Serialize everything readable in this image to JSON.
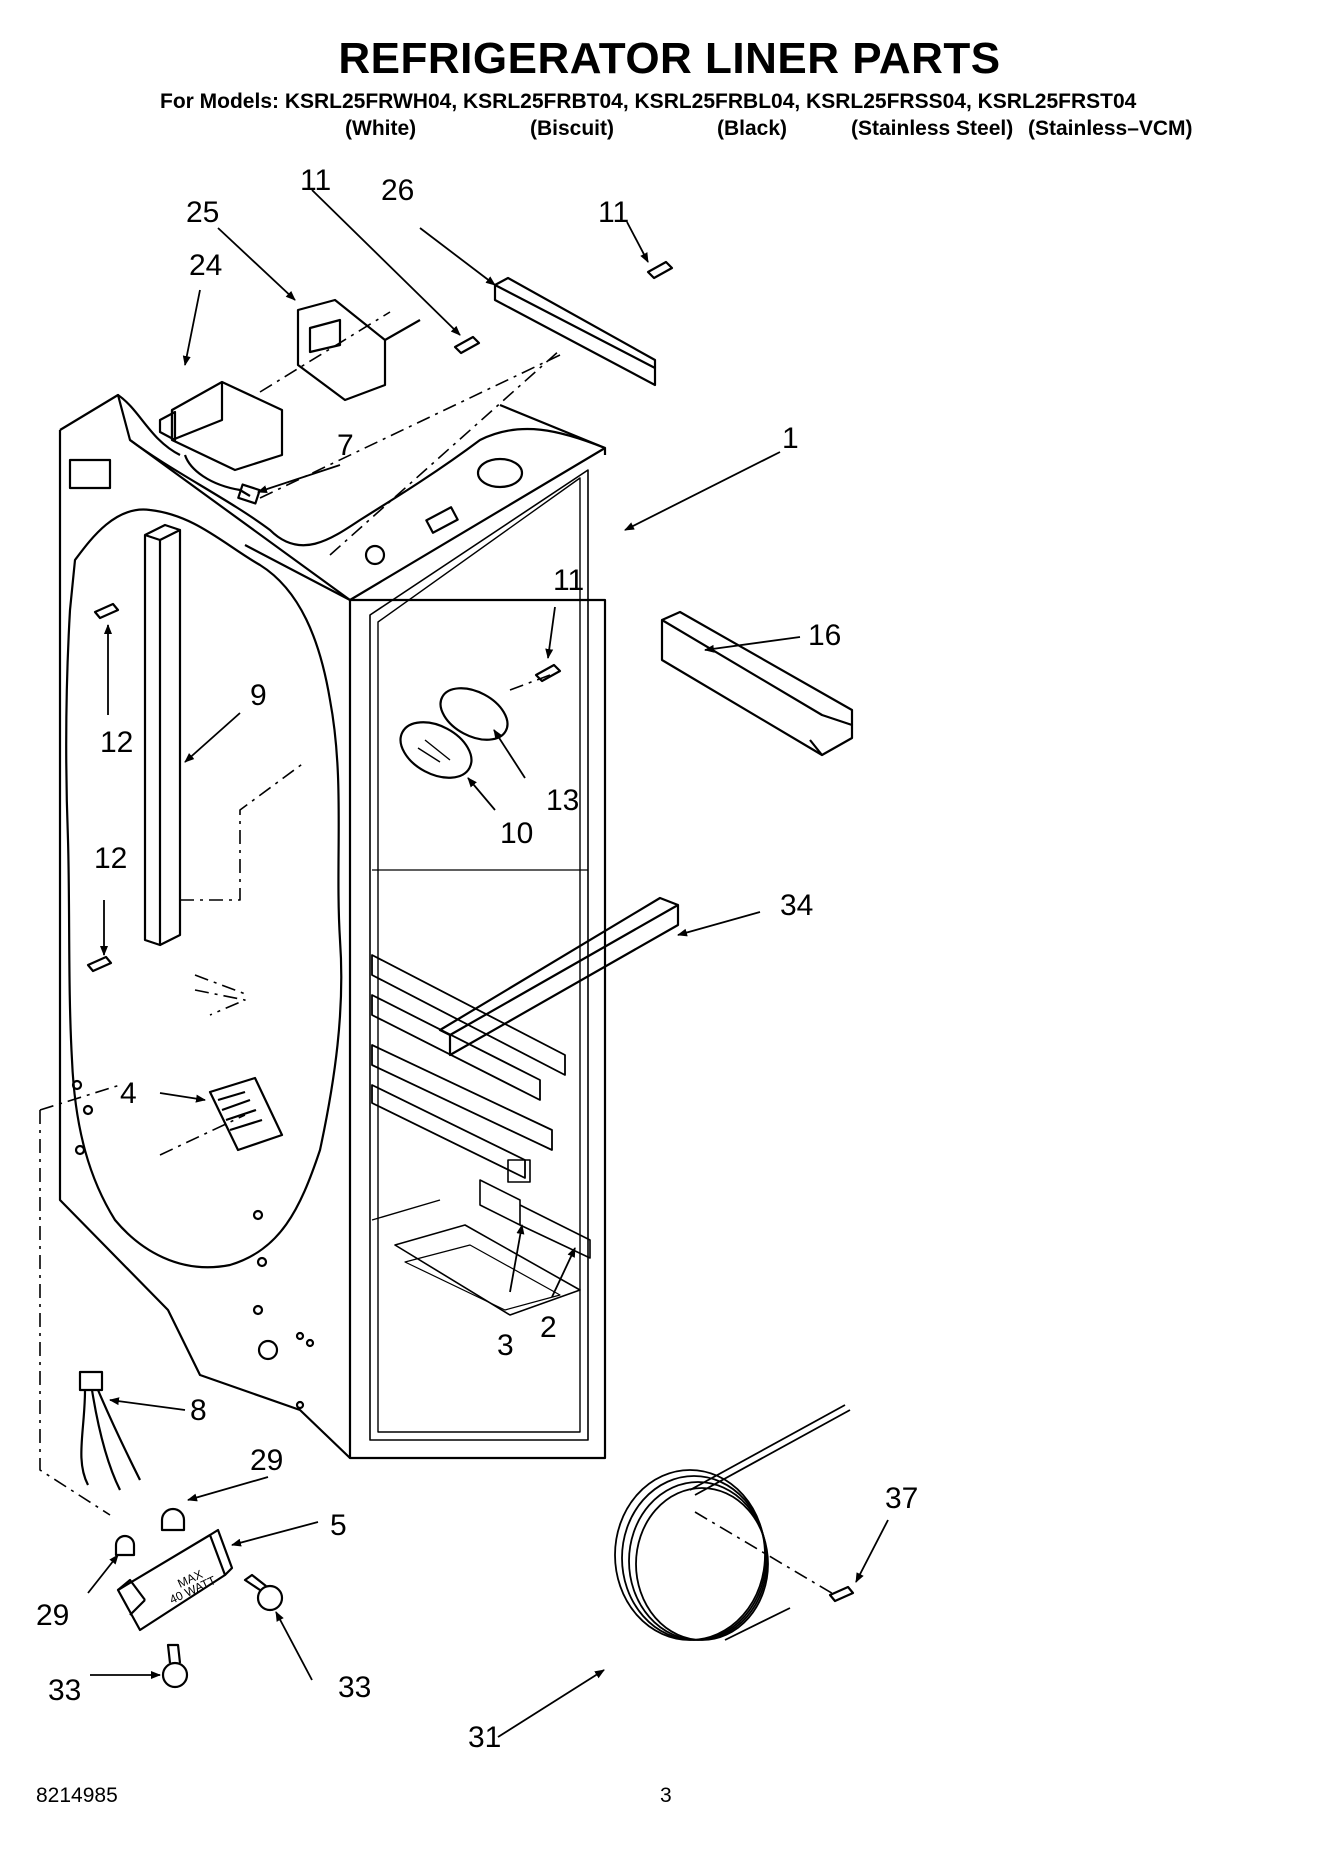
{
  "title": "REFRIGERATOR LINER PARTS",
  "models_line": "For Models: KSRL25FRWH04, KSRL25FRBT04, KSRL25FRBL04, KSRL25FRSS04, KSRL25FRST04",
  "colors": [
    "(White)",
    "(Biscuit)",
    "(Black)",
    "(Stainless Steel)",
    "(Stainless–VCM)"
  ],
  "part_labels": {
    "p1": "1",
    "p2": "2",
    "p3": "3",
    "p4": "4",
    "p5": "5",
    "p7": "7",
    "p8": "8",
    "p9": "9",
    "p10": "10",
    "p11a": "11",
    "p11b": "11",
    "p11c": "11",
    "p12a": "12",
    "p12b": "12",
    "p13": "13",
    "p16": "16",
    "p24": "24",
    "p25": "25",
    "p26": "26",
    "p29a": "29",
    "p29b": "29",
    "p31": "31",
    "p33a": "33",
    "p33b": "33",
    "p34": "34",
    "p37": "37"
  },
  "lamp_text": [
    "MAX",
    "40 WATT"
  ],
  "footer": {
    "doc_number": "8214985",
    "page": "3"
  }
}
